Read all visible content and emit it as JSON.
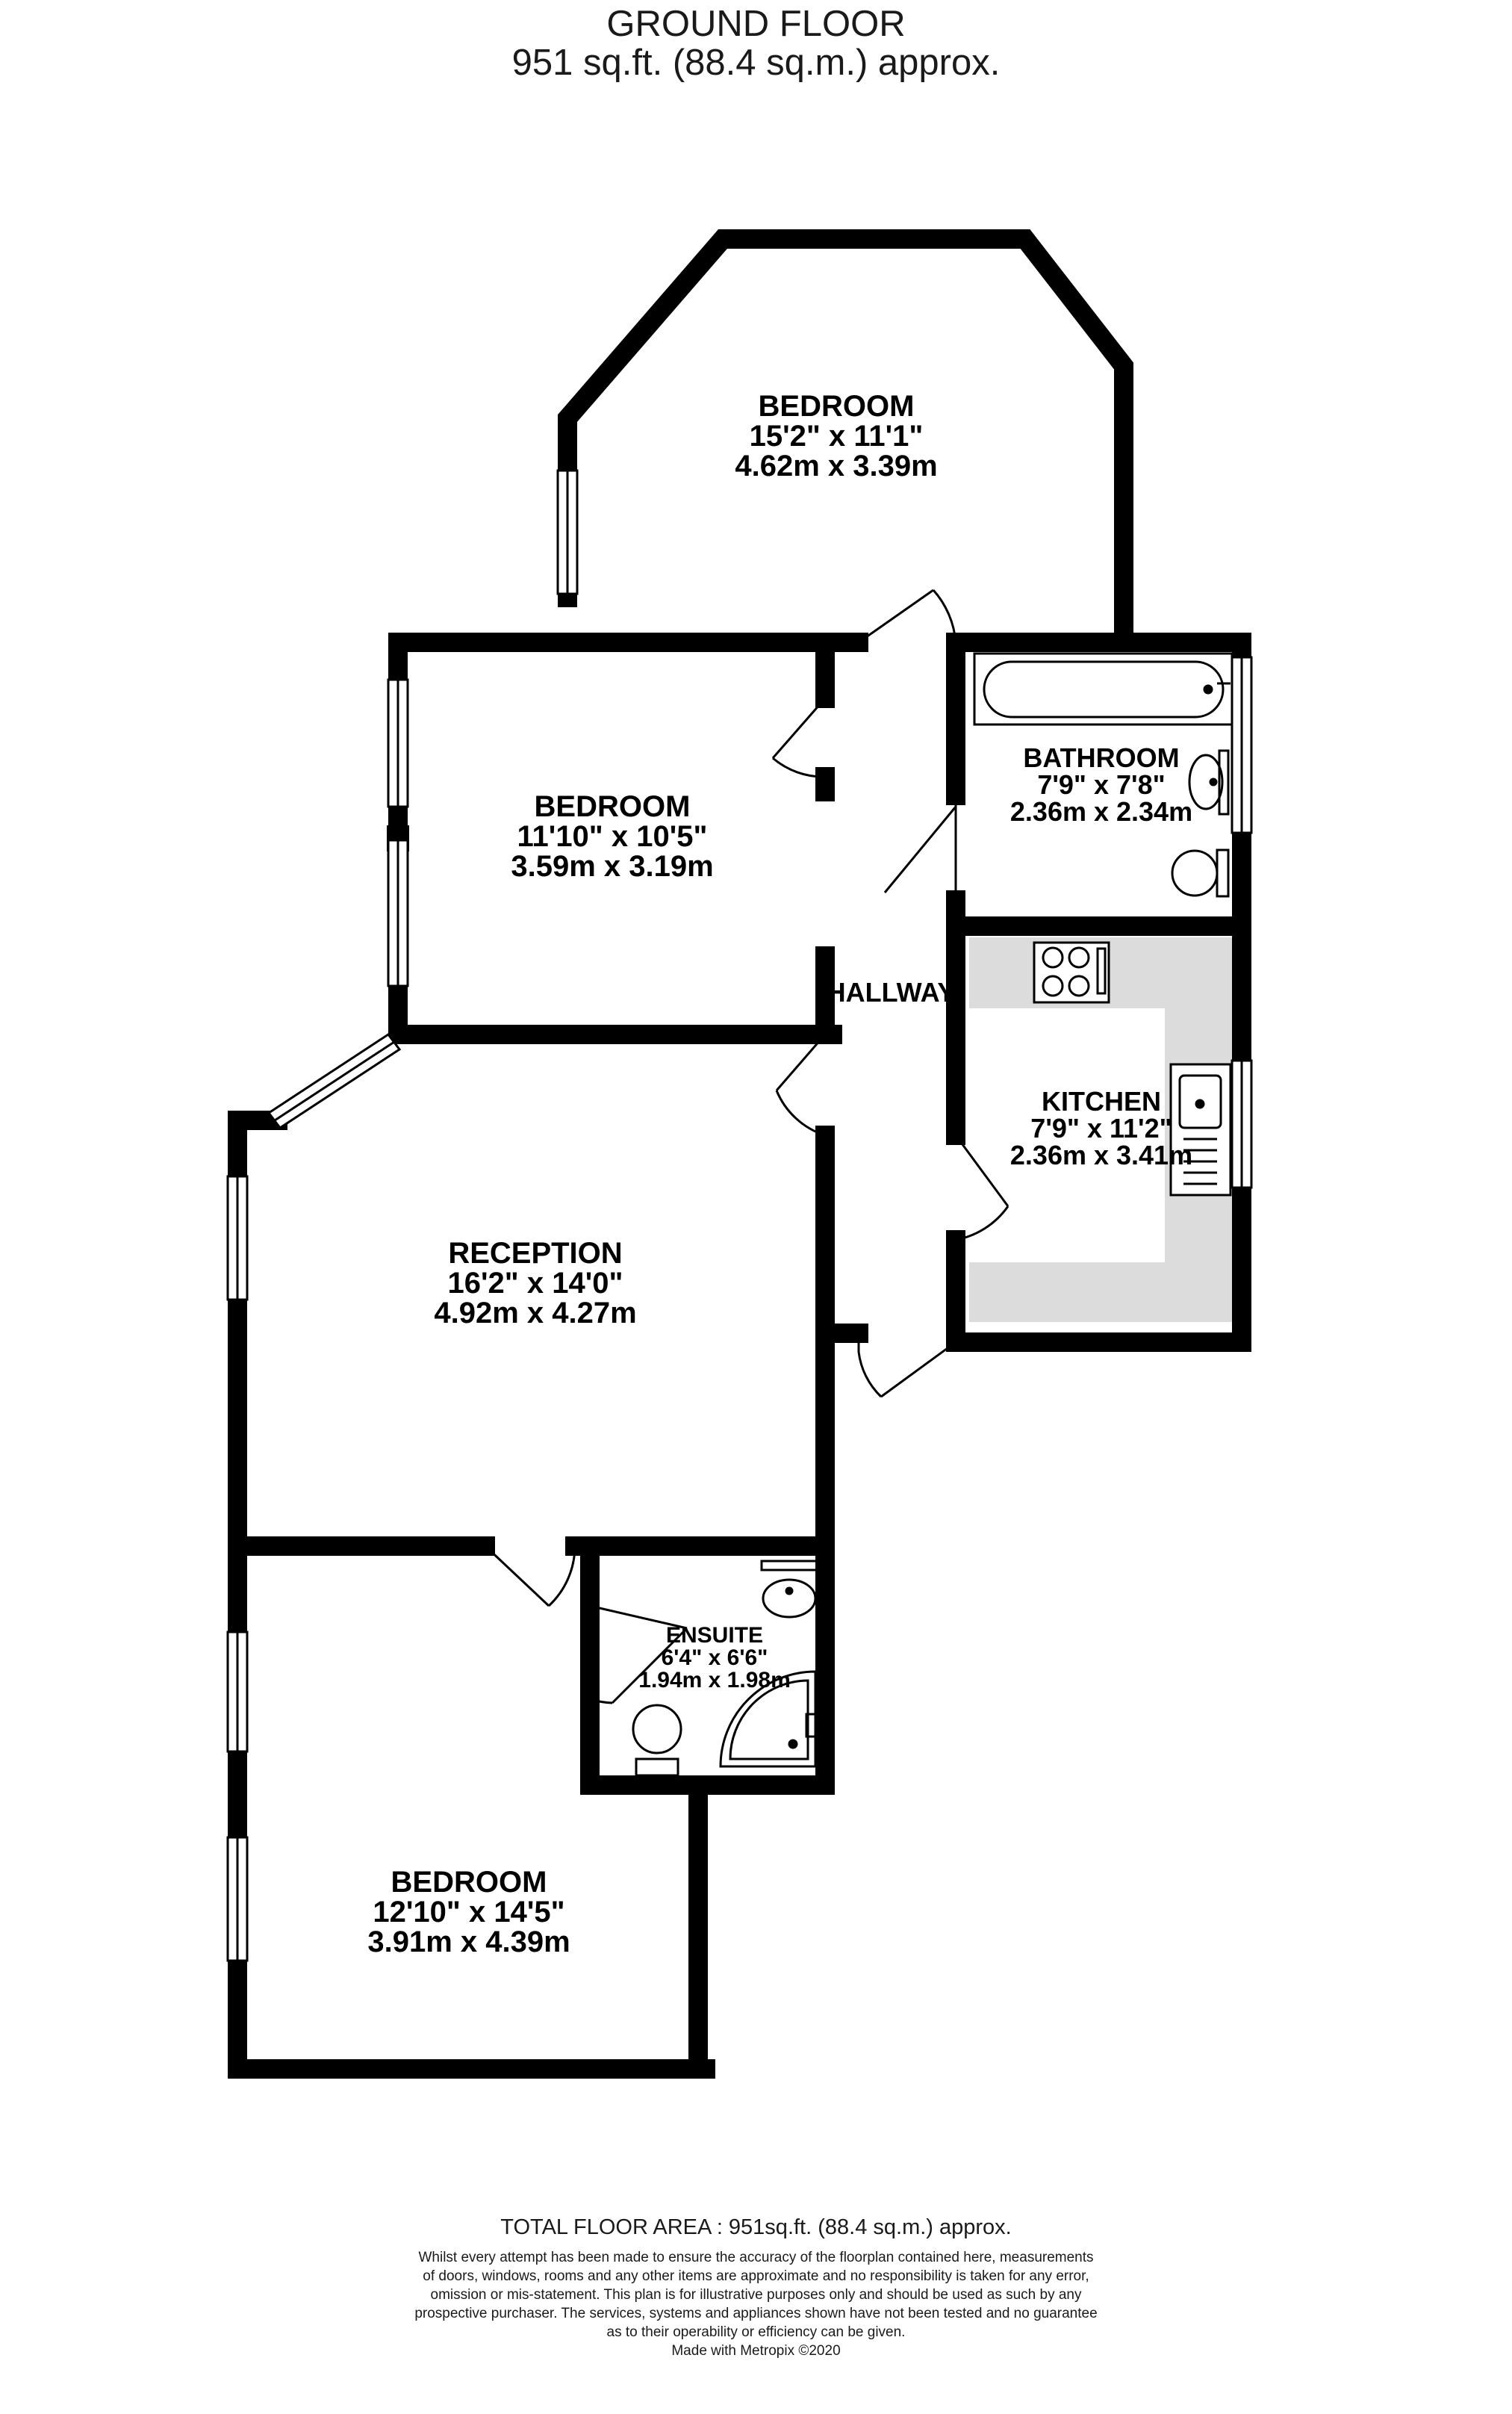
{
  "header": {
    "title": "GROUND FLOOR",
    "area": "951 sq.ft. (88.4 sq.m.) approx."
  },
  "rooms": [
    {
      "name": "BEDROOM",
      "imperial": "15'2\"  x 11'1\"",
      "metric": "4.62m  x 3.39m"
    },
    {
      "name": "BEDROOM",
      "imperial": "11'10\"  x 10'5\"",
      "metric": "3.59m  x 3.19m"
    },
    {
      "name": "BATHROOM",
      "imperial": "7'9\"  x 7'8\"",
      "metric": "2.36m  x 2.34m"
    },
    {
      "name": "HALLWAY"
    },
    {
      "name": "KITCHEN",
      "imperial": "7'9\"  x 11'2\"",
      "metric": "2.36m  x 3.41m"
    },
    {
      "name": "RECEPTION",
      "imperial": "16'2\"  x 14'0\"",
      "metric": "4.92m  x 4.27m"
    },
    {
      "name": "ENSUITE",
      "imperial": "6'4\"  x 6'6\"",
      "metric": "1.94m  x 1.98m"
    },
    {
      "name": "BEDROOM",
      "imperial": "12'10\"  x 14'5\"",
      "metric": "3.91m  x 4.39m"
    }
  ],
  "footer": {
    "total": "TOTAL FLOOR AREA : 951sq.ft. (88.4 sq.m.) approx.",
    "disclaimer": [
      "Whilst every attempt has been made to ensure the accuracy of the floorplan contained here, measurements",
      "of doors, windows, rooms and any other items are approximate and no responsibility is taken for any error,",
      "omission or mis-statement. This plan is for illustrative purposes only and should be used as such by any",
      "prospective purchaser. The services, systems and appliances shown have not been tested and no guarantee",
      "as to their operability or efficiency can be given.",
      "Made with Metropix ©2020"
    ]
  },
  "colors": {
    "wall": "#000000",
    "kitchen_counter": "#dcdcdc",
    "background": "#ffffff"
  }
}
